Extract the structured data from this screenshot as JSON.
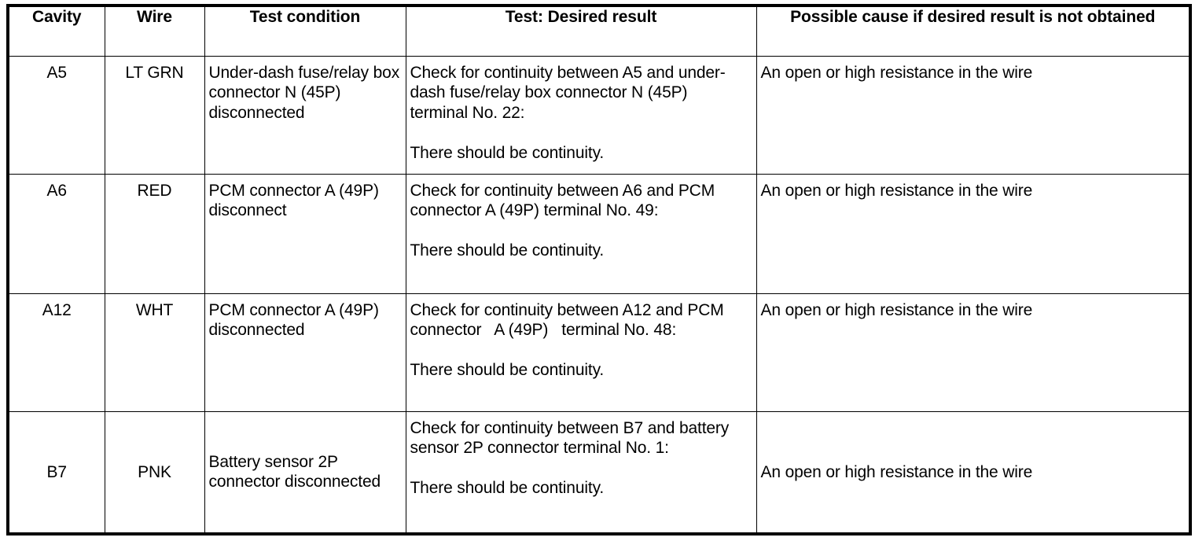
{
  "table": {
    "columns": [
      {
        "key": "cavity",
        "label": "Cavity"
      },
      {
        "key": "wire",
        "label": "Wire"
      },
      {
        "key": "condition",
        "label": "Test condition"
      },
      {
        "key": "test",
        "label": "Test: Desired result"
      },
      {
        "key": "cause",
        "label": "Possible cause if desired result is not obtained"
      }
    ],
    "rows": [
      {
        "cavity": "A5",
        "wire": "LT GRN",
        "condition": "Under-dash fuse/relay box connector N (45P)   disconnected",
        "test_check": "Check for continuity between A5 and under-dash fuse/relay box connector N (45P)   terminal No. 22:",
        "test_result": "There should be continuity.",
        "cause": "An open or high resistance in the wire"
      },
      {
        "cavity": "A6",
        "wire": "RED",
        "condition": "PCM connector A (49P)   disconnect",
        "test_check": "Check for continuity between A6 and PCM connector A (49P) terminal No. 49:",
        "test_result": "There should be continuity.",
        "cause": "An open or high resistance in the wire"
      },
      {
        "cavity": "A12",
        "wire": "WHT",
        "condition": "PCM connector A (49P)   disconnected",
        "test_check": "Check for continuity between A12 and PCM connector   A (49P)   terminal No. 48:",
        "test_result": "There should be continuity.",
        "cause": "An open or high resistance in the wire"
      },
      {
        "cavity": "B7",
        "wire": "PNK",
        "condition": "Battery sensor 2P connector disconnected",
        "test_check": "Check for continuity between B7 and battery sensor 2P connector terminal No. 1:",
        "test_result": "There should be continuity.",
        "cause": "An open or high resistance in the wire"
      }
    ]
  }
}
